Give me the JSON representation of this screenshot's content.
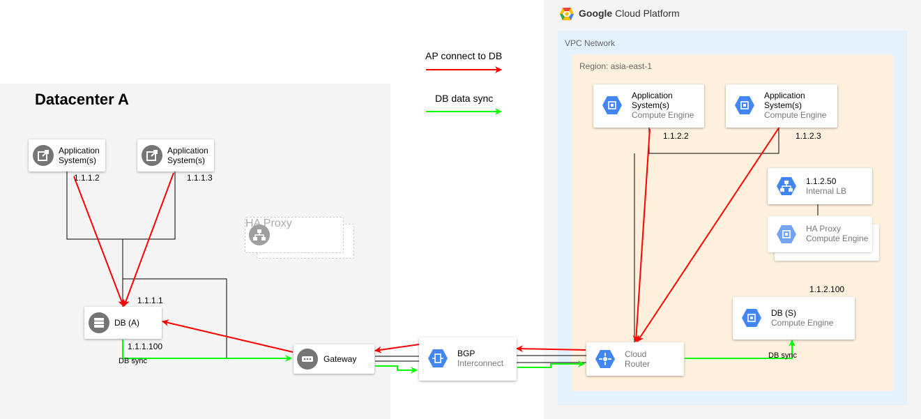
{
  "datacenter": {
    "title": "Datacenter A",
    "app1": {
      "line1": "Application",
      "line2": "System(s)",
      "ip": "1.1.1.2"
    },
    "app2": {
      "line1": "Application",
      "line2": "System(s)",
      "ip": "1.1.1.3"
    },
    "haproxy": {
      "label": "HA Proxy"
    },
    "db": {
      "label": "DB (A)",
      "ip1": "1.1.1.1",
      "ip2": "1.1.1.100",
      "sync_label": "DB sync"
    },
    "gateway": {
      "label": "Gateway"
    }
  },
  "interconnect": {
    "line1": "BGP",
    "line2": "Interconnect"
  },
  "legend": {
    "ap_connect": "AP connect to DB",
    "db_sync": "DB data sync"
  },
  "gcp": {
    "brand": "Google",
    "product": "Cloud Platform",
    "vpc_label": "VPC Network",
    "region_label": "Region: asia-east-1",
    "app1": {
      "line1": "Application",
      "line2": "System(s)",
      "sub": "Compute Engine",
      "ip": "1.1.2.2"
    },
    "app2": {
      "line1": "Application",
      "line2": "System(s)",
      "sub": "Compute Engine",
      "ip": "1.1.2.3"
    },
    "lb": {
      "line1": "1.1.2.50",
      "sub": "Internal LB"
    },
    "haproxy": {
      "line1": "HA Proxy",
      "sub": "Compute Engine"
    },
    "db": {
      "line1": "DB (S)",
      "sub": "Compute Engine",
      "ip": "1.1.2.100",
      "sync_label": "DB sync"
    },
    "router": {
      "line1": "Cloud",
      "line2": "Router"
    }
  },
  "colors": {
    "ap_connect": "#ff0000",
    "db_sync": "#00ff00",
    "gcp_blue": "#4285f4",
    "dc_icon": "#757575"
  }
}
